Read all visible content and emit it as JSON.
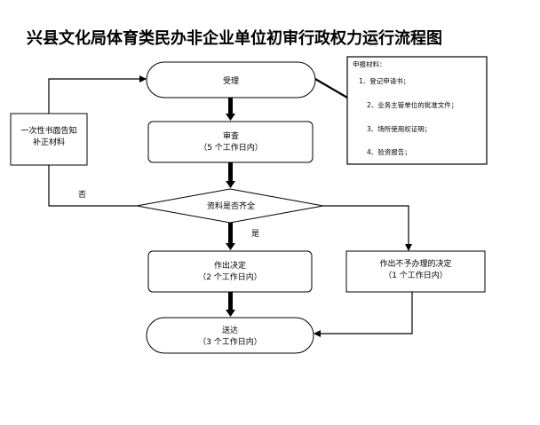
{
  "title": "兴县文化局体育类民办非企业单位初审行政权力运行流程图",
  "nodes": {
    "accept": "受理",
    "review_line1": "审查",
    "review_line2": "（5 个工作日内）",
    "decision": "资料是否齐全",
    "decide_line1": "作出决定",
    "decide_line2": "（2 个工作日内）",
    "reject_line1": "作出不予办理的决定",
    "reject_line2": "（1 个工作日内）",
    "deliver_line1": "送达",
    "deliver_line2": "（3 个工作日内）",
    "notice_line1": "一次性书面告知",
    "notice_line2": "补正材料"
  },
  "edge_labels": {
    "no": "否",
    "yes": "是"
  },
  "materials": {
    "heading": "申报材料：",
    "items": [
      "1、登记申请书；",
      "2、业务主管单位的批准文件；",
      "3、场所使用权证明；",
      "4、验资报告；"
    ]
  }
}
